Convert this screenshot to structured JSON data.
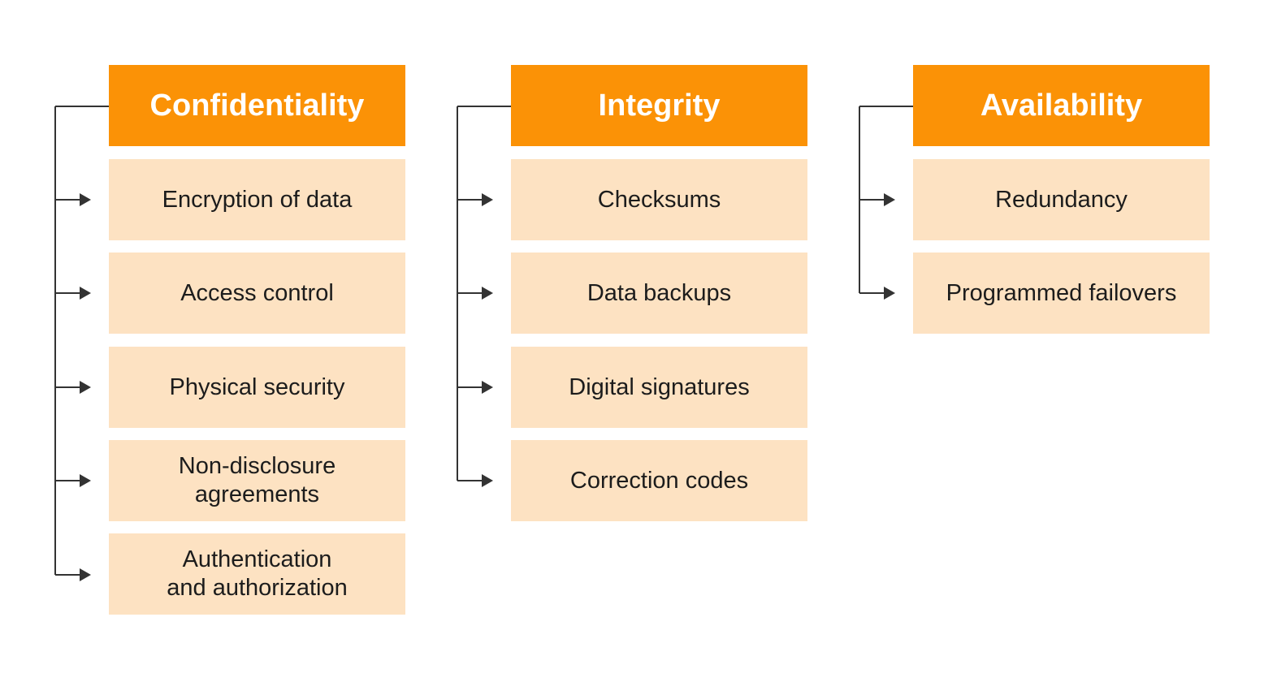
{
  "colors": {
    "header_bg": "#fb9206",
    "header_text": "#ffffff",
    "item_bg": "#fde2c2",
    "item_text": "#1c1c1c",
    "connector": "#333333"
  },
  "columns": [
    {
      "title": "Confidentiality",
      "items": [
        "Encryption of data",
        "Access control",
        "Physical security",
        "Non-disclosure\nagreements",
        "Authentication\nand authorization"
      ]
    },
    {
      "title": "Integrity",
      "items": [
        "Checksums",
        "Data backups",
        "Digital signatures",
        "Correction codes"
      ]
    },
    {
      "title": "Availability",
      "items": [
        "Redundancy",
        "Programmed failovers"
      ]
    }
  ]
}
